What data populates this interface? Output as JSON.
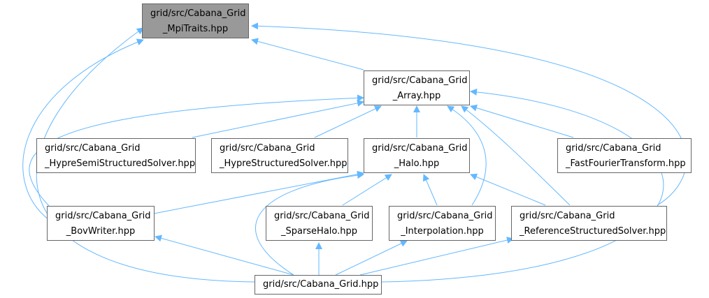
{
  "nodes": {
    "mpitraits": {
      "line1": "grid/src/Cabana_Grid",
      "line2": "_MpiTraits.hpp"
    },
    "array": {
      "line1": "grid/src/Cabana_Grid",
      "line2": "_Array.hpp"
    },
    "hypresemi": {
      "line1": "grid/src/Cabana_Grid",
      "line2": "_HypreSemiStructuredSolver.hpp"
    },
    "hyprestruct": {
      "line1": "grid/src/Cabana_Grid",
      "line2": "_HypreStructuredSolver.hpp"
    },
    "halo": {
      "line1": "grid/src/Cabana_Grid",
      "line2": "_Halo.hpp"
    },
    "fft": {
      "line1": "grid/src/Cabana_Grid",
      "line2": "_FastFourierTransform.hpp"
    },
    "bovwriter": {
      "line1": "grid/src/Cabana_Grid",
      "line2": "_BovWriter.hpp"
    },
    "sparsehalo": {
      "line1": "grid/src/Cabana_Grid",
      "line2": "_SparseHalo.hpp"
    },
    "interp": {
      "line1": "grid/src/Cabana_Grid",
      "line2": "_Interpolation.hpp"
    },
    "refsolver": {
      "line1": "grid/src/Cabana_Grid",
      "line2": "_ReferenceStructuredSolver.hpp"
    },
    "cabanagrid": {
      "line1": "grid/src/Cabana_Grid.hpp"
    }
  },
  "colors": {
    "edge": "#63b8ff",
    "border": "#666666",
    "selected_fill": "#999999"
  }
}
